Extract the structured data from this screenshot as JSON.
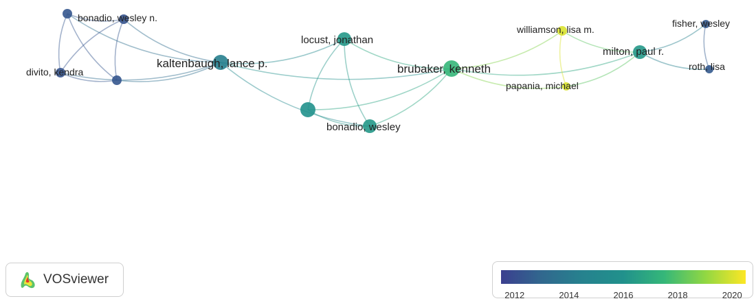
{
  "nodes": [
    {
      "id": "bonadio-wesley-n",
      "label": "bonadio, wesley n.",
      "year": 2012.3
    },
    {
      "id": "node-top-left",
      "label": "",
      "year": 2012.4
    },
    {
      "id": "divito-kendra",
      "label": "divito, kendra",
      "year": 2012.3
    },
    {
      "id": "node-left-low",
      "label": "",
      "year": 2012.4
    },
    {
      "id": "kaltenbaugh",
      "label": "kaltenbaugh, lance p.",
      "year": 2014.3
    },
    {
      "id": "locust",
      "label": "locust, jonathan",
      "year": 2016.3
    },
    {
      "id": "node-center",
      "label": "",
      "year": 2016.0
    },
    {
      "id": "bonadio-wesley",
      "label": "bonadio, wesley",
      "year": 2016.3
    },
    {
      "id": "brubaker",
      "label": "brubaker, kenneth",
      "year": 2017.5
    },
    {
      "id": "williamson",
      "label": "williamson, lisa m.",
      "year": 2020.0
    },
    {
      "id": "papania",
      "label": "papania, michael",
      "year": 2020.0
    },
    {
      "id": "milton",
      "label": "milton, paul r.",
      "year": 2016.3
    },
    {
      "id": "fisher",
      "label": "fisher, wesley",
      "year": 2012.5
    },
    {
      "id": "roth",
      "label": "roth, lisa",
      "year": 2012.5
    }
  ],
  "links": [
    [
      "node-top-left",
      "bonadio-wesley-n"
    ],
    [
      "node-top-left",
      "divito-kendra"
    ],
    [
      "node-top-left",
      "node-left-low"
    ],
    [
      "node-top-left",
      "kaltenbaugh"
    ],
    [
      "bonadio-wesley-n",
      "divito-kendra"
    ],
    [
      "bonadio-wesley-n",
      "node-left-low"
    ],
    [
      "bonadio-wesley-n",
      "kaltenbaugh"
    ],
    [
      "divito-kendra",
      "node-left-low"
    ],
    [
      "divito-kendra",
      "kaltenbaugh"
    ],
    [
      "node-left-low",
      "kaltenbaugh"
    ],
    [
      "kaltenbaugh",
      "locust"
    ],
    [
      "kaltenbaugh",
      "bonadio-wesley"
    ],
    [
      "kaltenbaugh",
      "brubaker"
    ],
    [
      "locust",
      "node-center"
    ],
    [
      "locust",
      "bonadio-wesley"
    ],
    [
      "locust",
      "brubaker"
    ],
    [
      "node-center",
      "bonadio-wesley"
    ],
    [
      "node-center",
      "brubaker"
    ],
    [
      "bonadio-wesley",
      "brubaker"
    ],
    [
      "brubaker",
      "williamson"
    ],
    [
      "brubaker",
      "papania"
    ],
    [
      "brubaker",
      "milton"
    ],
    [
      "williamson",
      "papania"
    ],
    [
      "williamson",
      "milton"
    ],
    [
      "papania",
      "milton"
    ],
    [
      "milton",
      "fisher"
    ],
    [
      "milton",
      "roth"
    ],
    [
      "fisher",
      "roth"
    ]
  ],
  "legend": {
    "ticks": [
      "2012",
      "2014",
      "2016",
      "2018",
      "2020"
    ],
    "min_year": 2011.5,
    "max_year": 2020.5
  },
  "logo": {
    "text": "VOSviewer"
  }
}
